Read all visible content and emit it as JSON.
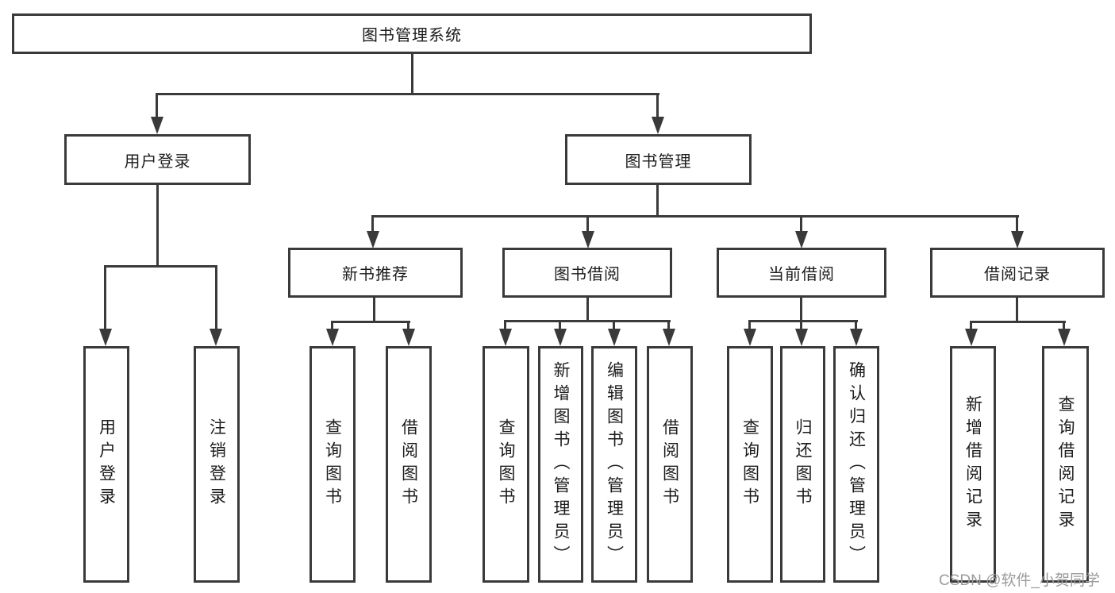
{
  "colors": {
    "line": "#3a3a3a",
    "box_border": "#3a3a3a",
    "text": "#1c1c1c",
    "watermark": "#9b9b9b",
    "background": "#ffffff"
  },
  "watermark": {
    "text": "CSDN @软件_小贺同学"
  },
  "tree": {
    "root": {
      "label": "图书管理系统"
    },
    "branches": [
      {
        "label": "用户登录",
        "children": [
          {
            "label": "用户登录"
          },
          {
            "label": "注销登录"
          }
        ]
      },
      {
        "label": "图书管理",
        "sections": [
          {
            "label": "新书推荐",
            "children": [
              {
                "label": "查询图书"
              },
              {
                "label": "借阅图书"
              }
            ]
          },
          {
            "label": "图书借阅",
            "children": [
              {
                "label": "查询图书"
              },
              {
                "label": "新增图书（管理员）"
              },
              {
                "label": "编辑图书（管理员）"
              },
              {
                "label": "借阅图书"
              }
            ]
          },
          {
            "label": "当前借阅",
            "children": [
              {
                "label": "查询图书"
              },
              {
                "label": "归还图书"
              },
              {
                "label": "确认归还（管理员）"
              }
            ]
          },
          {
            "label": "借阅记录",
            "children": [
              {
                "label": "新增借阅记录"
              },
              {
                "label": "查询借阅记录"
              }
            ]
          }
        ]
      }
    ]
  }
}
